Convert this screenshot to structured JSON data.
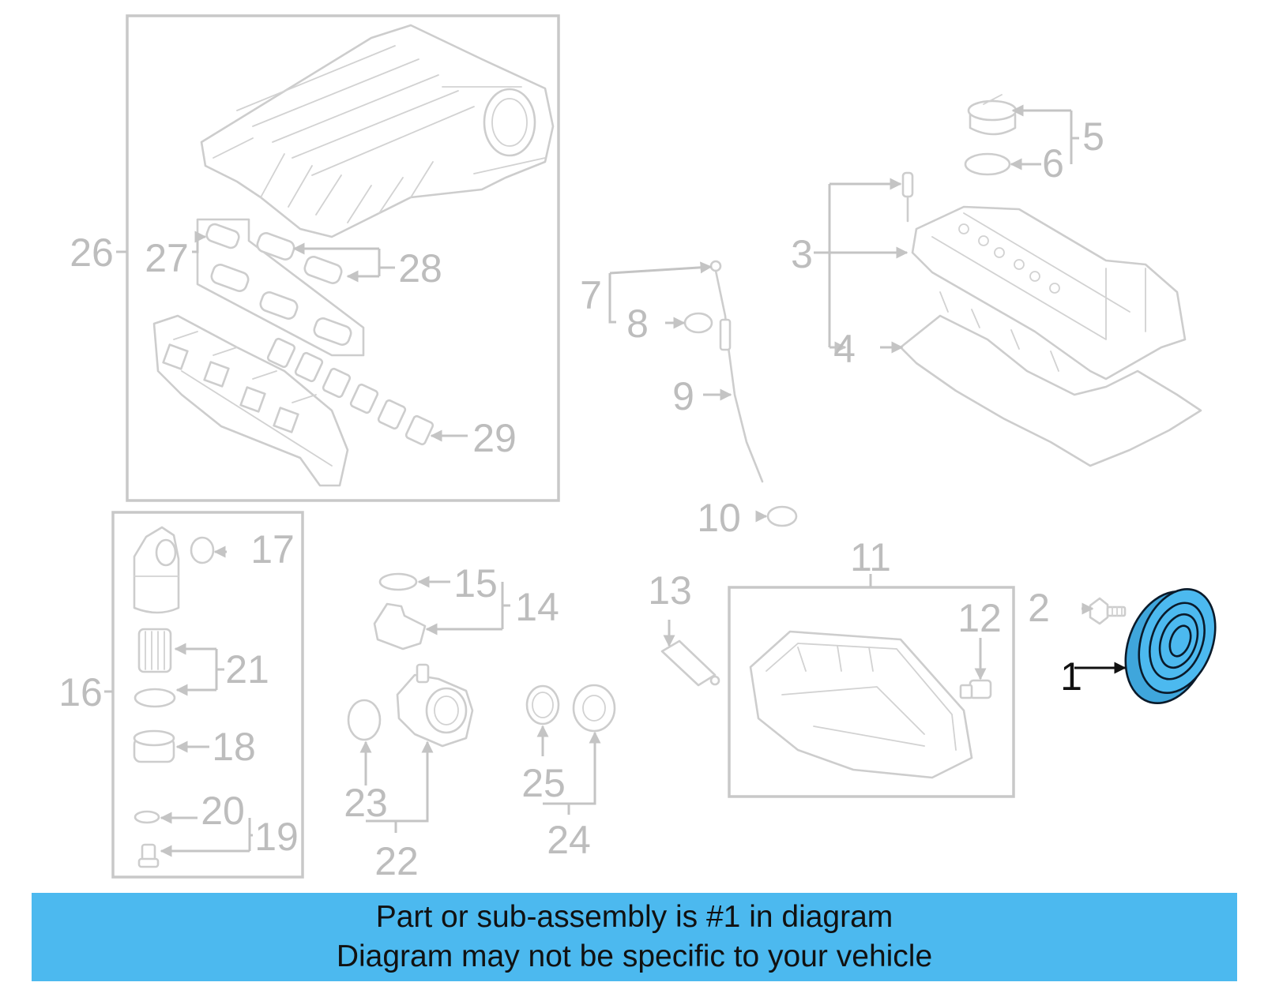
{
  "caption": {
    "line1": "Part or sub-assembly is #1 in diagram",
    "line2": "Diagram may not be specific to your vehicle"
  },
  "highlight_color": "#4cb9ef",
  "highlighted_part": "1",
  "callouts": {
    "c1": "1",
    "c2": "2",
    "c3": "3",
    "c4": "4",
    "c5": "5",
    "c6": "6",
    "c7": "7",
    "c8": "8",
    "c9": "9",
    "c10": "10",
    "c11": "11",
    "c12": "12",
    "c13": "13",
    "c14": "14",
    "c15": "15",
    "c16": "16",
    "c17": "17",
    "c18": "18",
    "c19": "19",
    "c20": "20",
    "c21": "21",
    "c22": "22",
    "c23": "23",
    "c24": "24",
    "c25": "25",
    "c26": "26",
    "c27": "27",
    "c28": "28",
    "c29": "29"
  }
}
